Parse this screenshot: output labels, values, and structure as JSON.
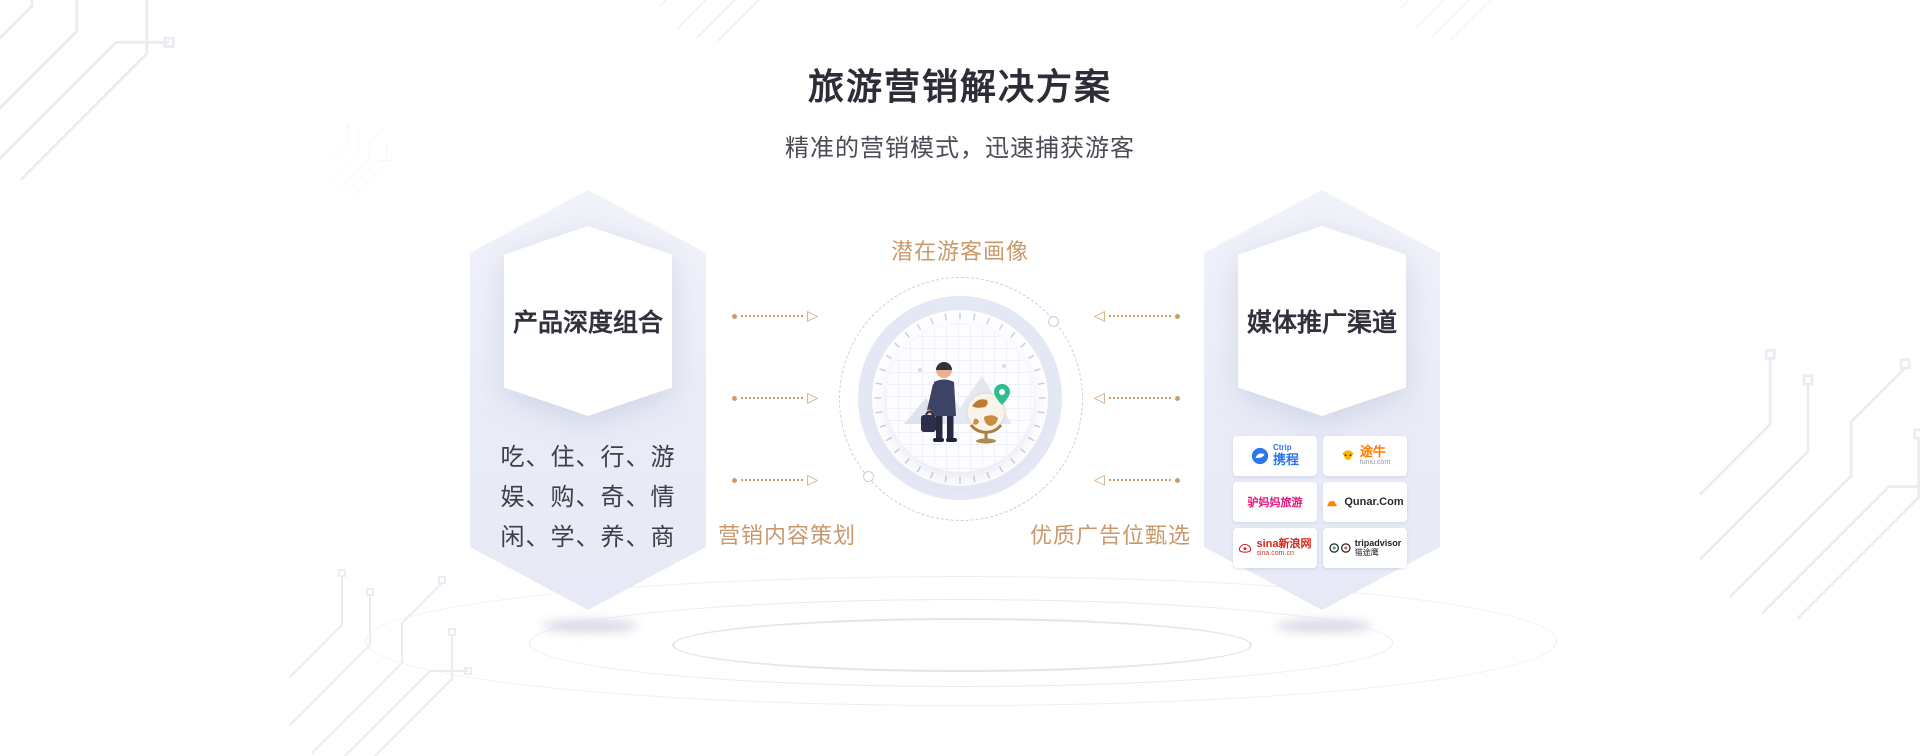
{
  "header": {
    "title": "旅游营销解决方案",
    "subtitle": "精准的营销模式，迅速捕获游客"
  },
  "left": {
    "title": "产品深度组合",
    "items": [
      "吃、住、行、游",
      "娱、购、奇、情",
      "闲、学、养、商"
    ]
  },
  "center": {
    "top_label": "潜在游客画像",
    "bottom_left_label": "营销内容策划",
    "bottom_right_label": "优质广告位甄选"
  },
  "right": {
    "title": "媒体推广渠道",
    "logos": [
      {
        "name": "ctrip",
        "text": "携程",
        "sub": "Ctrip",
        "color": "#2f76e8"
      },
      {
        "name": "tuniu",
        "text": "途牛",
        "sub": "tuniu.com",
        "color": "#ff7e00"
      },
      {
        "name": "lvmama",
        "text": "驴妈妈旅游",
        "sub": "",
        "color": "#e6197d"
      },
      {
        "name": "qunar",
        "text": "Qunar.Com",
        "sub": "",
        "color": "#2b2b2b"
      },
      {
        "name": "sina",
        "text": "sina新浪网",
        "sub": "sina.com.cn",
        "color": "#d5281e"
      },
      {
        "name": "tripadvisor",
        "text": "tripadvisor",
        "sub": "猫途鹰",
        "color": "#222222"
      }
    ]
  },
  "icons": {
    "triangle_right": "▷",
    "triangle_left": "◁"
  },
  "colors": {
    "accent_orange": "#cf9c68",
    "hexagon_fill": "#e9ecf7",
    "ring_lavender": "#e4e7f4",
    "title_text": "#2d2d37",
    "pin_green": "#2dbd8e"
  }
}
